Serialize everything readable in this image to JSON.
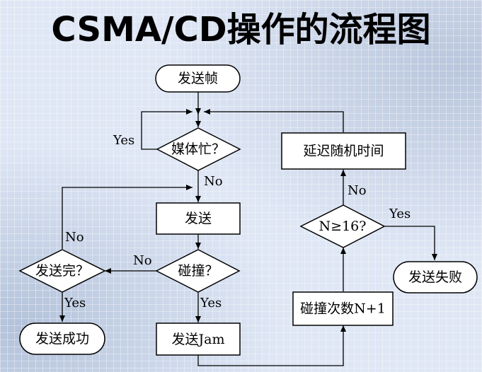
{
  "title": "CSMA/CD操作的流程图",
  "nodes": {
    "start": "发送帧",
    "busy": "媒体忙？",
    "send": "发送",
    "collide": "碰撞？",
    "send_jam": "发送Jam",
    "done": "发送完？",
    "success": "发送成功",
    "count": "碰撞次数N+1",
    "limit": "N≥16?",
    "delay": "延迟随机时间",
    "fail": "发送失败"
  },
  "edge_labels": {
    "busy_yes": "Yes",
    "busy_no": "No",
    "collide_no": "No",
    "collide_yes": "Yes",
    "done_no": "No",
    "done_yes": "Yes",
    "limit_no": "No",
    "limit_yes": "Yes"
  }
}
